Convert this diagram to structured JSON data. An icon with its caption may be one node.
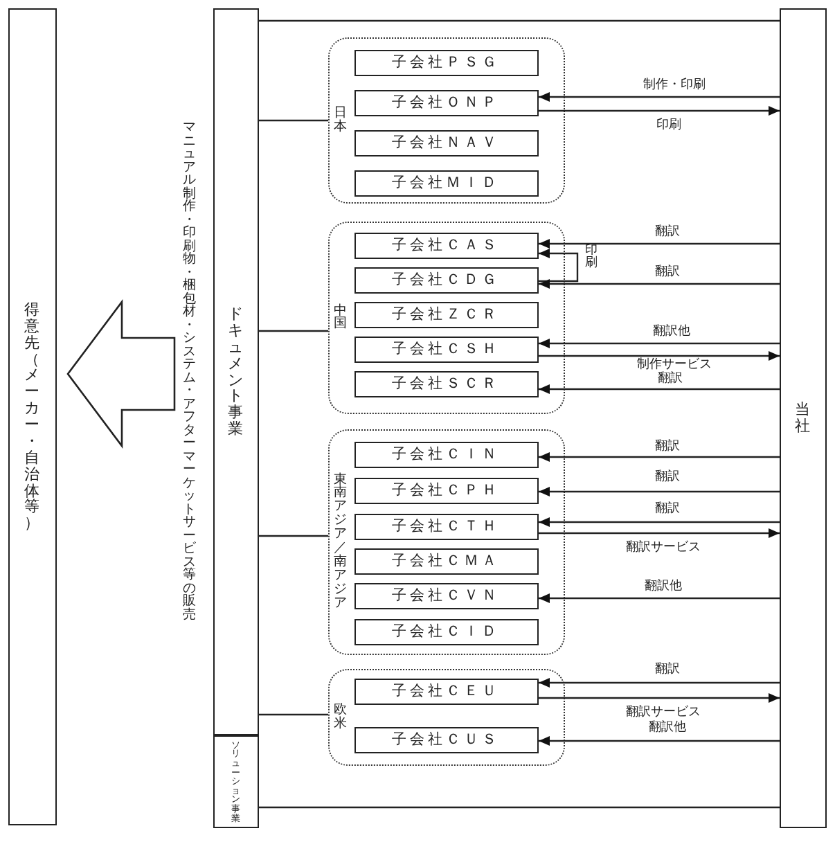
{
  "diagram": {
    "nodes": [
      {
        "text": [
          "得意先（メーカー・自治体等）"
        ]
      },
      {
        "text": [
          "ドキュメント事業"
        ]
      },
      {
        "text": [
          "ソリューション事業"
        ]
      },
      {
        "text": [
          "当社"
        ]
      },
      {
        "text": [
          "日本"
        ]
      },
      {
        "text": [
          "子会社ＰＳＧ"
        ],
        "in": 4
      },
      {
        "text": [
          "子会社ＯＮＰ"
        ],
        "in": 4
      },
      {
        "text": [
          "子会社ＮＡＶ"
        ],
        "in": 4
      },
      {
        "text": [
          "子会社ＭＩＤ"
        ],
        "in": 4
      },
      {
        "text": [
          "中国"
        ]
      },
      {
        "text": [
          "子会社ＣＡＳ"
        ],
        "in": 9
      },
      {
        "text": [
          "子会社ＣＤＧ"
        ],
        "in": 9
      },
      {
        "text": [
          "子会社ＺＣＲ"
        ],
        "in": 9
      },
      {
        "text": [
          "子会社ＣＳＨ"
        ],
        "in": 9
      },
      {
        "text": [
          "子会社ＳＣＲ"
        ],
        "in": 9
      },
      {
        "text": [
          "東南アジア／南アジア"
        ]
      },
      {
        "text": [
          "子会社ＣＩＮ"
        ],
        "in": 15
      },
      {
        "text": [
          "子会社ＣＰＨ"
        ],
        "in": 15
      },
      {
        "text": [
          "子会社ＣＴＨ"
        ],
        "in": 15
      },
      {
        "text": [
          "子会社ＣＭＡ"
        ],
        "in": 15
      },
      {
        "text": [
          "子会社ＣＶＮ"
        ],
        "in": 15
      },
      {
        "text": [
          "子会社ＣＩＤ"
        ],
        "in": 15
      },
      {
        "text": [
          "欧米"
        ]
      },
      {
        "text": [
          "子会社ＣＥＵ"
        ],
        "in": 22
      },
      {
        "text": [
          "子会社ＣＵＳ"
        ],
        "in": 22
      }
    ],
    "edges": [
      {
        "from": 1,
        "to": 0,
        "arrow": "to",
        "label": "マニュアル制作・印刷物・梱包材・システム・アフターマーケットサービス等の販売"
      },
      {
        "from": 1,
        "to": 3,
        "arrow": "none"
      },
      {
        "from": 2,
        "to": 3,
        "arrow": "none"
      },
      {
        "from": 1,
        "to": 4,
        "arrow": "none"
      },
      {
        "from": 1,
        "to": 9,
        "arrow": "none"
      },
      {
        "from": 1,
        "to": 15,
        "arrow": "none"
      },
      {
        "from": 1,
        "to": 22,
        "arrow": "none"
      },
      {
        "from": 3,
        "to": 6,
        "arrow": "to",
        "label": "制作・印刷"
      },
      {
        "from": 6,
        "to": 3,
        "arrow": "to",
        "label": "印刷"
      },
      {
        "from": 3,
        "to": 10,
        "arrow": "to",
        "label": "翻訳"
      },
      {
        "from": 11,
        "to": 10,
        "arrow": "to",
        "label": "印刷"
      },
      {
        "from": 3,
        "to": 11,
        "arrow": "to",
        "label": "翻訳"
      },
      {
        "from": 3,
        "to": 13,
        "arrow": "to",
        "label": "翻訳他"
      },
      {
        "from": 13,
        "to": 3,
        "arrow": "to",
        "label": "制作サービス"
      },
      {
        "from": 3,
        "to": 14,
        "arrow": "to",
        "label": "翻訳"
      },
      {
        "from": 3,
        "to": 16,
        "arrow": "to",
        "label": "翻訳"
      },
      {
        "from": 3,
        "to": 17,
        "arrow": "to",
        "label": "翻訳"
      },
      {
        "from": 3,
        "to": 18,
        "arrow": "to",
        "label": "翻訳"
      },
      {
        "from": 18,
        "to": 3,
        "arrow": "to",
        "label": "翻訳サービス"
      },
      {
        "from": 3,
        "to": 20,
        "arrow": "to",
        "label": "翻訳他"
      },
      {
        "from": 3,
        "to": 23,
        "arrow": "to",
        "label": "翻訳"
      },
      {
        "from": 23,
        "to": 3,
        "arrow": "to",
        "label": "翻訳サービス"
      },
      {
        "from": 3,
        "to": 24,
        "arrow": "to",
        "label": "翻訳他"
      }
    ]
  }
}
